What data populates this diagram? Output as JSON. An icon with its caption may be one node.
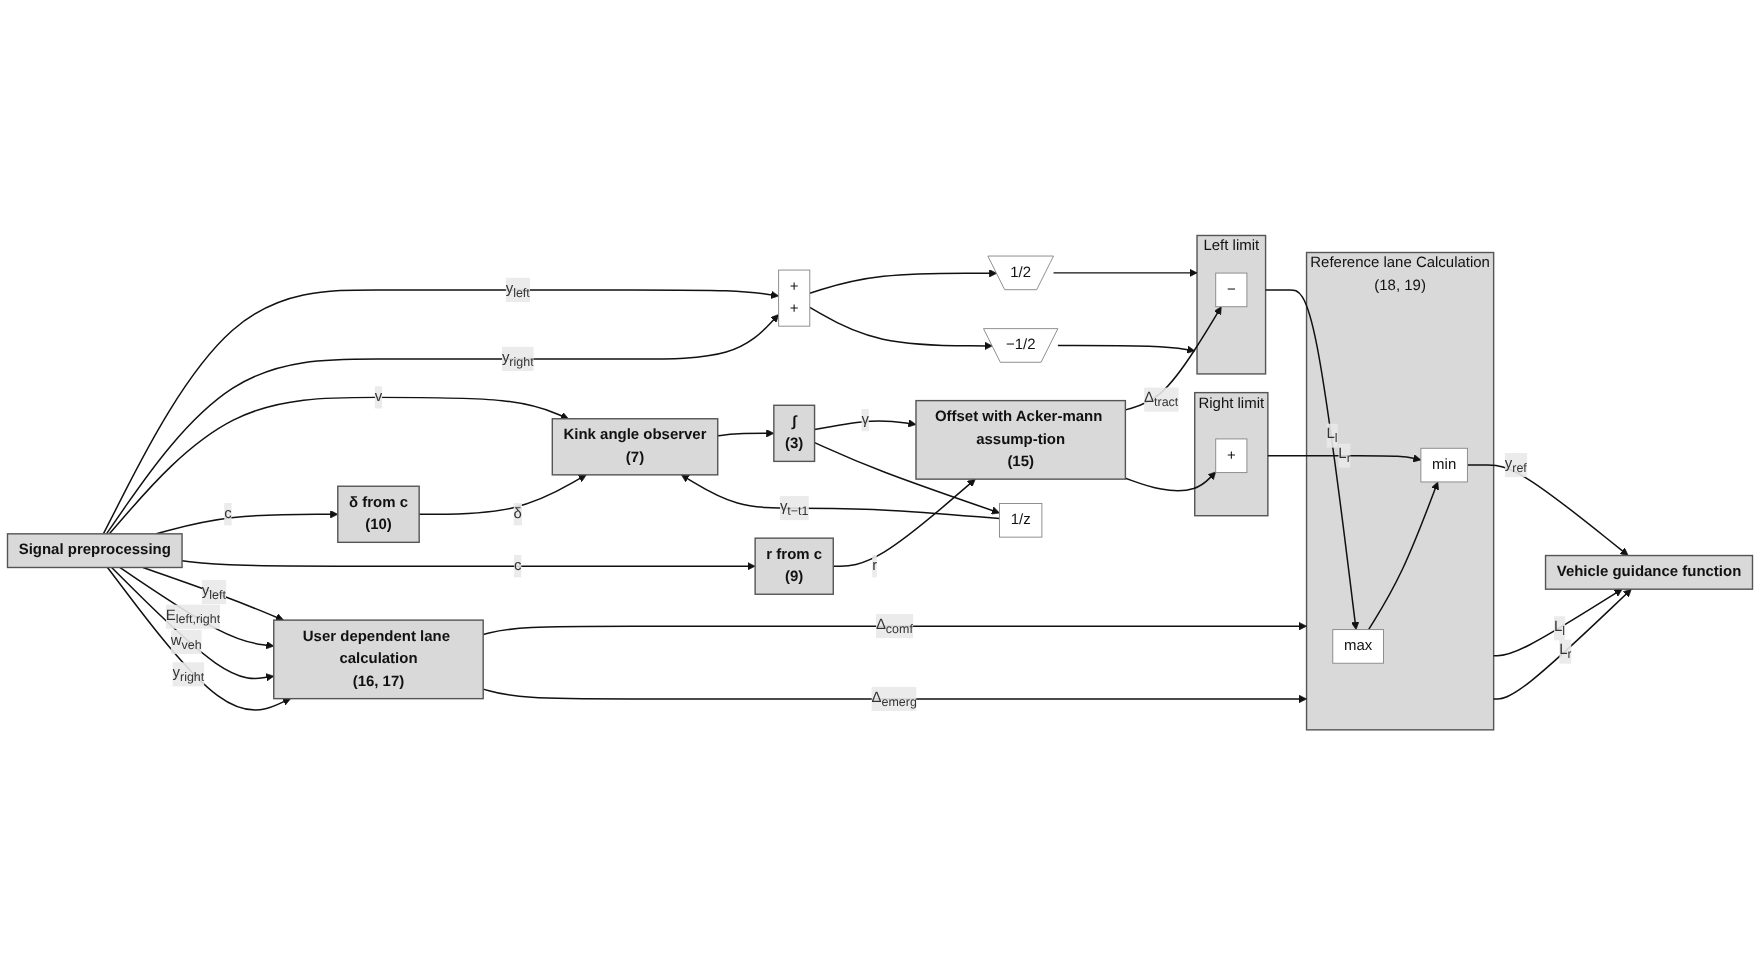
{
  "diagram": {
    "nodes": [
      {
        "text": [
          "Signal preprocessing"
        ]
      },
      {
        "text": [
          "Vehicle guidance function"
        ]
      },
      {
        "text": [
          "+",
          "+"
        ]
      },
      {
        "text": [
          "1/2"
        ]
      },
      {
        "text": [
          "−1/2"
        ]
      },
      {
        "text": [
          "Left limit"
        ]
      },
      {
        "text": [
          "−"
        ],
        "in": 5
      },
      {
        "text": [
          "Right limit"
        ]
      },
      {
        "text": [
          "+"
        ],
        "in": 7
      },
      {
        "text": [
          "δ from c",
          "(10)"
        ]
      },
      {
        "text": [
          "Kink angle observer",
          "(7)"
        ]
      },
      {
        "text": [
          "∫",
          "(3)"
        ]
      },
      {
        "text": [
          "Offset with Acker-mann assump-tion",
          "(15)"
        ]
      },
      {
        "text": [
          "1/z"
        ]
      },
      {
        "text": [
          "r from c",
          "(9)"
        ]
      },
      {
        "text": [
          "User dependent lane calculation",
          "(16, 17)"
        ]
      },
      {
        "text": [
          "Reference lane Calculation",
          "(18, 19)"
        ]
      },
      {
        "text": [
          "max"
        ],
        "in": 16
      },
      {
        "text": [
          "min"
        ],
        "in": 16
      }
    ],
    "edges": [
      {
        "from": 0,
        "to": 2,
        "arrow": "to",
        "label": "y$_{left}$"
      },
      {
        "from": 0,
        "to": 2,
        "arrow": "to",
        "label": "y$_{right}$"
      },
      {
        "from": 2,
        "to": 3,
        "arrow": "to"
      },
      {
        "from": 2,
        "to": 4,
        "arrow": "to"
      },
      {
        "from": 3,
        "to": 5,
        "arrow": "to"
      },
      {
        "from": 4,
        "to": 7,
        "arrow": "to"
      },
      {
        "from": 0,
        "to": 10,
        "arrow": "to",
        "label": "v"
      },
      {
        "from": 0,
        "to": 9,
        "arrow": "to",
        "label": "c"
      },
      {
        "from": 0,
        "to": 14,
        "arrow": "to",
        "label": "c"
      },
      {
        "from": 9,
        "to": 10,
        "arrow": "to",
        "label": "δ"
      },
      {
        "from": 10,
        "to": 11,
        "arrow": "to"
      },
      {
        "from": 11,
        "to": 12,
        "arrow": "to",
        "label": "γ"
      },
      {
        "from": 11,
        "to": 13,
        "arrow": "to"
      },
      {
        "from": 13,
        "to": 10,
        "arrow": "to",
        "label": "γ$_{t−t1}$"
      },
      {
        "from": 14,
        "to": 12,
        "arrow": "to",
        "label": "r"
      },
      {
        "from": 12,
        "to": 6,
        "arrow": "to",
        "label": "Δ$_{tract}$"
      },
      {
        "from": 12,
        "to": 8,
        "arrow": "to"
      },
      {
        "from": 5,
        "to": 17,
        "arrow": "to",
        "label": "L$_{l}$"
      },
      {
        "from": 7,
        "to": 18,
        "arrow": "to",
        "label": "L$_{r}$"
      },
      {
        "from": 17,
        "to": 18,
        "arrow": "to"
      },
      {
        "from": 16,
        "to": 1,
        "arrow": "to",
        "label": "L$_{l}$"
      },
      {
        "from": 18,
        "to": 1,
        "arrow": "to",
        "label": "y$_{ref}$"
      },
      {
        "from": 16,
        "to": 1,
        "arrow": "to",
        "label": "L$_{r}$"
      },
      {
        "from": 0,
        "to": 15,
        "arrow": "to",
        "label": "y$_{left}$"
      },
      {
        "from": 0,
        "to": 15,
        "arrow": "to",
        "label": "E$_{left,right}$"
      },
      {
        "from": 0,
        "to": 15,
        "arrow": "to",
        "label": "w$_{veh}$"
      },
      {
        "from": 0,
        "to": 15,
        "arrow": "to",
        "label": "y$_{right}$"
      },
      {
        "from": 15,
        "to": 16,
        "arrow": "to",
        "label": "Δ$_{comf}$"
      },
      {
        "from": 15,
        "to": 16,
        "arrow": "to",
        "label": "Δ$_{emerg}$"
      }
    ]
  }
}
